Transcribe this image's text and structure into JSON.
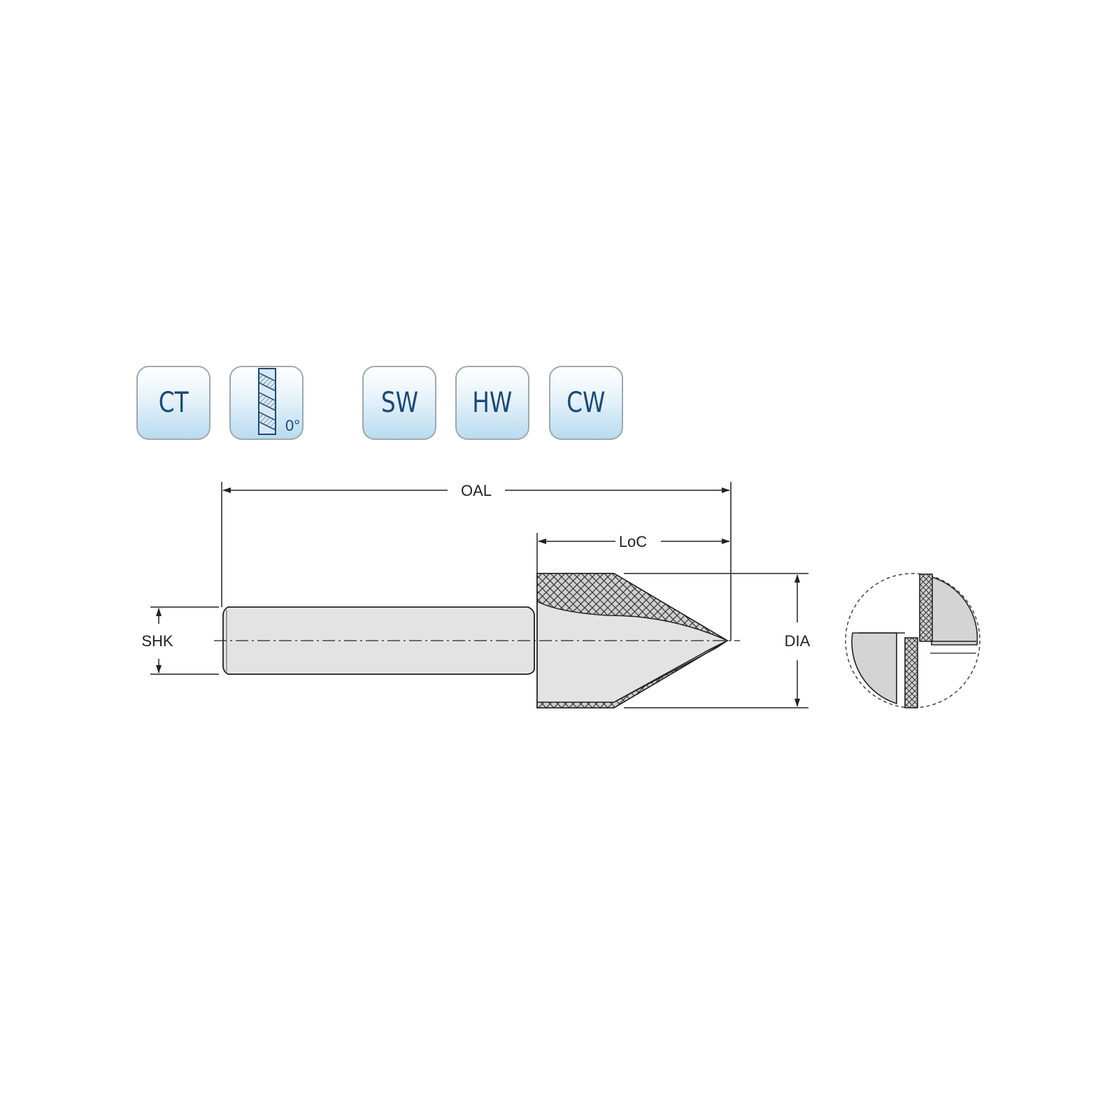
{
  "badges": [
    {
      "label": "CT"
    },
    {
      "label": "0°",
      "icon": "drill-icon"
    },
    {
      "label": "SW"
    },
    {
      "label": "HW"
    },
    {
      "label": "CW"
    }
  ],
  "dimensions": {
    "oal": "OAL",
    "loc": "LoC",
    "shk": "SHK",
    "dia": "DIA"
  },
  "colors": {
    "badge_text": "#1b4a78",
    "badge_border": "#9ea8b1",
    "tool_fill": "#e3e3e3",
    "line": "#222222"
  }
}
